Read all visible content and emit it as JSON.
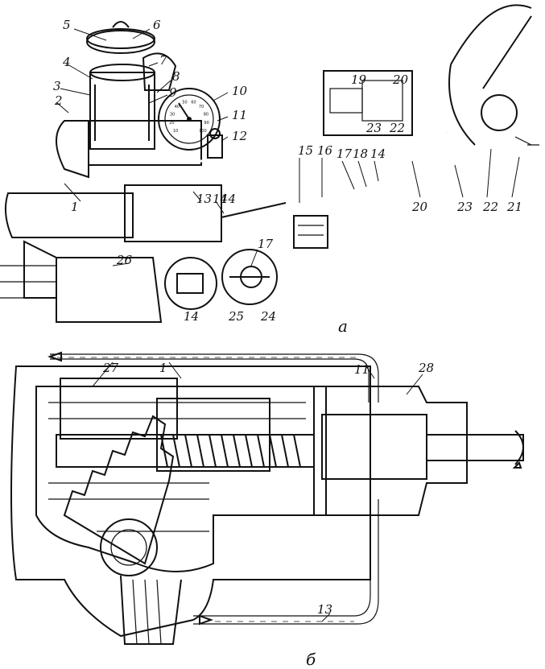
{
  "panel_a": {
    "letter": "а",
    "callouts": [
      "1",
      "2",
      "3",
      "4",
      "5",
      "6",
      "7",
      "8",
      "9",
      "10",
      "11",
      "12",
      "13",
      "14",
      "14",
      "15",
      "16",
      "17",
      "18",
      "14",
      "19",
      "20",
      "23",
      "22",
      "20",
      "23",
      "22",
      "21",
      "17",
      "26",
      "14",
      "25",
      "24"
    ]
  },
  "panel_b": {
    "letter": "б",
    "callouts": [
      "27",
      "1",
      "11",
      "28",
      "13"
    ]
  },
  "gauge": {
    "ticks": [
      "10",
      "20",
      "30",
      "40",
      "50",
      "60",
      "70",
      "80",
      "90",
      "100"
    ]
  },
  "colors": {
    "ink": "#111111",
    "paper": "#ffffff",
    "oil": "#d9d9d9"
  }
}
